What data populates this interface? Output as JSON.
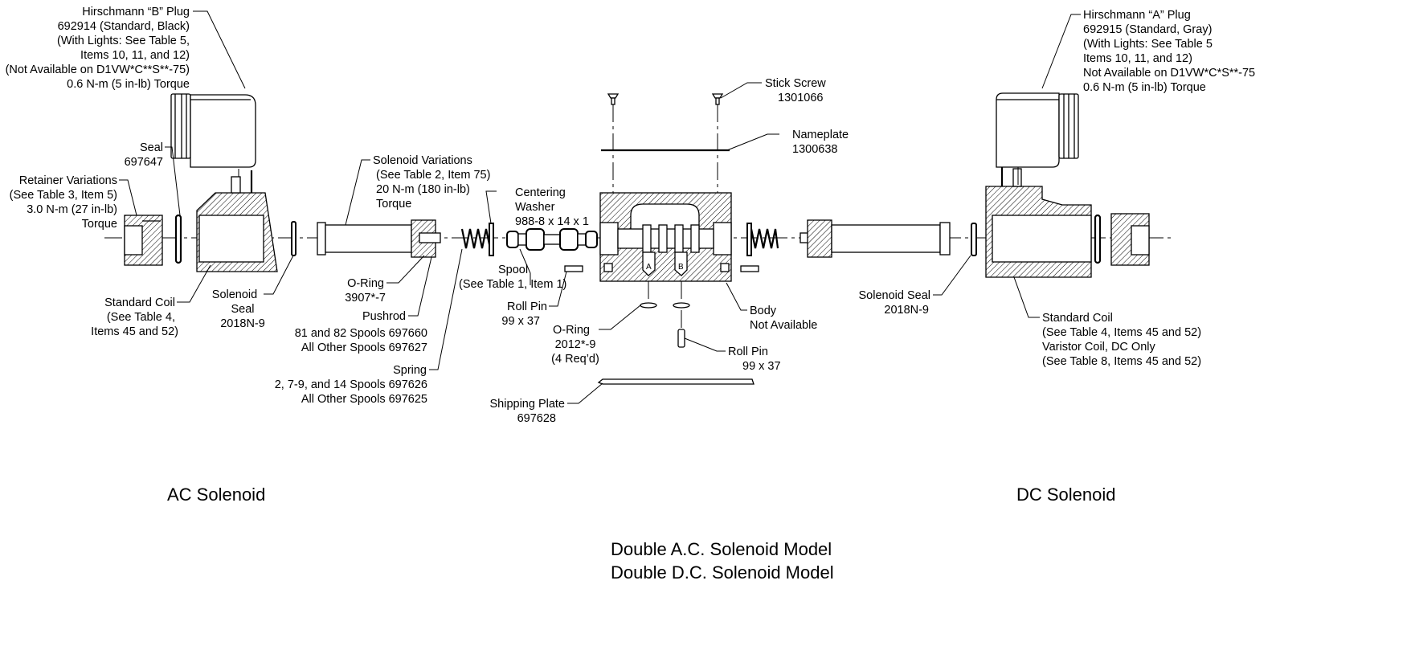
{
  "labels": {
    "hirschmann_b": [
      "Hirschmann “B” Plug",
      "692914 (Standard, Black)",
      "(With Lights:  See Table 5,",
      "Items 10, 11, and 12)",
      "(Not Available on D1VW*C**S**-75)",
      "0.6 N-m (5 in-lb) Torque"
    ],
    "hirschmann_a": [
      "Hirschmann “A” Plug",
      "692915 (Standard, Gray)",
      "(With Lights:  See Table 5",
      "Items 10, 11, and 12)",
      "Not Available on D1VW*C*S**-75",
      "0.6 N-m (5 in-lb) Torque"
    ],
    "seal": [
      "Seal",
      "697647"
    ],
    "retainer": [
      "Retainer Variations",
      "(See Table 3, Item 5)",
      "3.0 N-m (27 in-lb)",
      "Torque"
    ],
    "solenoid_variations": [
      "Solenoid Variations",
      "(See Table 2, Item 75)",
      "20 N-m (180 in-lb)",
      "Torque"
    ],
    "centering_washer": [
      "Centering",
      "Washer",
      "988-8 x 14 x 1"
    ],
    "stick_screw": [
      "Stick Screw",
      "1301066"
    ],
    "nameplate": [
      "Nameplate",
      "1300638"
    ],
    "standard_coil_left": [
      "Standard Coil",
      "(See Table 4,",
      "Items 45 and 52)"
    ],
    "solenoid_seal_left": [
      "Solenoid",
      "Seal",
      "2018N-9"
    ],
    "oring_solenoid": [
      "O-Ring",
      "3907*-7"
    ],
    "pushrod": [
      "Pushrod",
      "81 and 82 Spools 697660",
      "All Other Spools 697627"
    ],
    "spring": [
      "Spring",
      "2, 7-9, and 14 Spools 697626",
      "All Other Spools 697625"
    ],
    "spool": [
      "Spool",
      "(See Table 1, Item 1)"
    ],
    "roll_pin_left": [
      "Roll Pin",
      "99 x 37"
    ],
    "oring_body": [
      "O-Ring",
      "2012*-9",
      "(4 Req’d)"
    ],
    "body": [
      "Body",
      "Not Available"
    ],
    "roll_pin_right": [
      "Roll Pin",
      "99 x 37"
    ],
    "shipping_plate": [
      "Shipping Plate",
      "697628"
    ],
    "solenoid_seal_right": [
      "Solenoid Seal",
      "2018N-9"
    ],
    "standard_coil_right": [
      "Standard Coil",
      "(See Table 4, Items 45 and 52)",
      "Varistor Coil, DC Only",
      "(See Table 8, Items 45 and 52)"
    ],
    "port_a": "A",
    "port_b": "B"
  },
  "captions": {
    "ac": "AC Solenoid",
    "dc": "DC Solenoid",
    "model_1": "Double A.C. Solenoid Model",
    "model_2": "Double D.C. Solenoid Model"
  }
}
